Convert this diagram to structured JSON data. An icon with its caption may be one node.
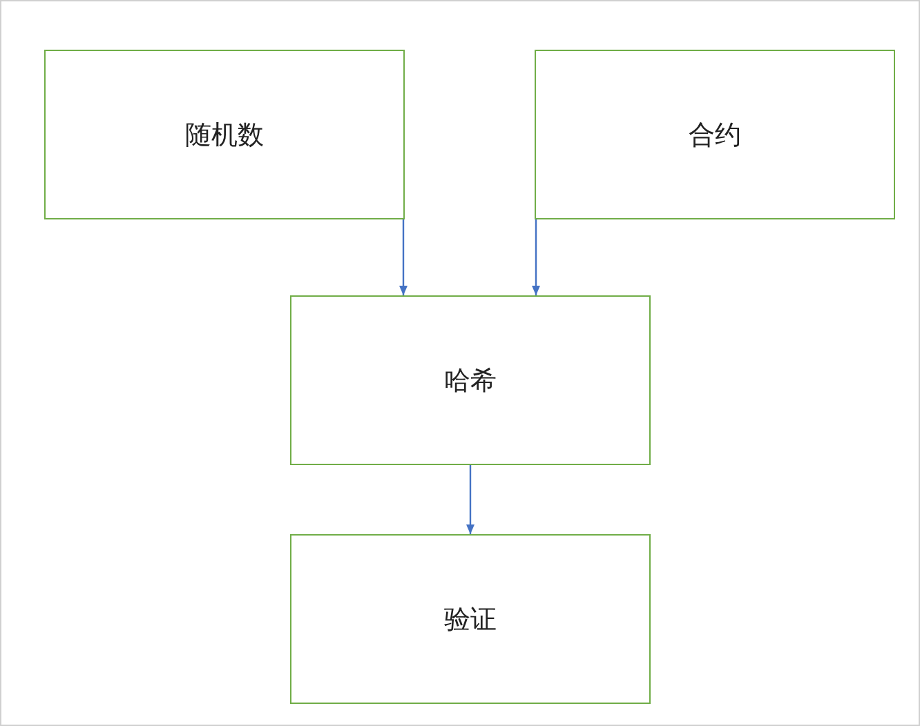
{
  "diagram": {
    "nodes": [
      {
        "text": [
          "随机数"
        ]
      },
      {
        "text": [
          "合约"
        ]
      },
      {
        "text": [
          "哈希"
        ]
      },
      {
        "text": [
          "验证"
        ]
      }
    ],
    "edges": [
      {
        "from": 0,
        "to": 2,
        "arrow": "to"
      },
      {
        "from": 1,
        "to": 2,
        "arrow": "to"
      },
      {
        "from": 2,
        "to": 3,
        "arrow": "to"
      }
    ]
  }
}
